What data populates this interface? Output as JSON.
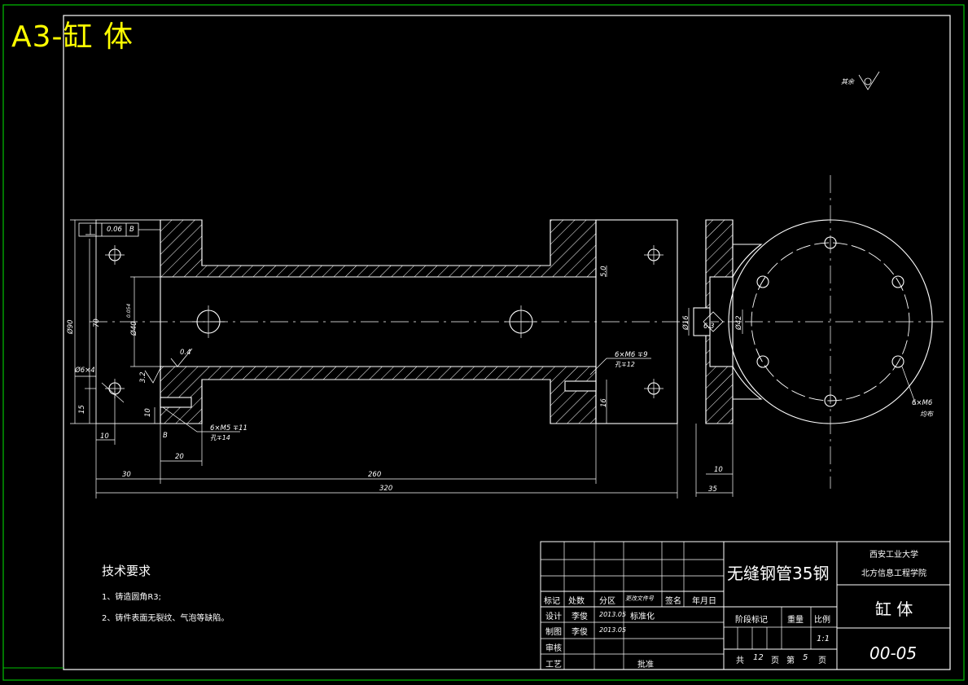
{
  "sheet": {
    "title": "A3-缸 体"
  },
  "roughness_note": {
    "label": "其余",
    "icon": "roughness-symbol"
  },
  "dimensions": {
    "overall_length": "320",
    "body_length": "260",
    "flange_offset": "30",
    "dim_20": "20",
    "dim_10_left": "10",
    "dim_15": "15",
    "dim_10_vert": "10",
    "dim_16": "16",
    "dim_5": "5.0",
    "phi90": "Ø90",
    "phi70": "70",
    "phi40": "Ø40",
    "phi40_tol": "0.054",
    "hole_6x4": "Ø6×4",
    "roughness_04": "0.4",
    "roughness_32": "3.2",
    "roughness_63": "6.3",
    "thread_m5": "6×M5 ∓11",
    "thread_m5_depth": "孔∓14",
    "thread_m6": "6×M6 ∓9",
    "thread_m6_depth": "孔∓12",
    "side_thickness": "10",
    "side_width": "35",
    "side_phi16": "Ø16",
    "side_phi42": "Ø42",
    "side_thread": "6×M6",
    "side_thread_note": "均布",
    "tolerance_value": "0.06",
    "tolerance_datum": "B",
    "datum_mark": "B"
  },
  "tech_requirements": {
    "heading": "技术要求",
    "item1": "1、铸造圆角R3;",
    "item2": "2、铸件表面无裂纹、气泡等缺陷。"
  },
  "title_block": {
    "material": "无缝钢管35钢",
    "school_line1": "西安工业大学",
    "school_line2": "北方信息工程学院",
    "part_name": "缸 体",
    "drawing_no": "00-05",
    "hdr_mark": "标记",
    "hdr_count": "处数",
    "hdr_zone": "分区",
    "hdr_docno": "更改文件号",
    "hdr_sign": "签名",
    "hdr_date": "年月日",
    "row_design": "设计",
    "designer": "李俊",
    "design_date": "2013.05",
    "standardize": "标准化",
    "row_draw": "制图",
    "drafter": "李俊",
    "draw_date": "2013.05",
    "row_review": "审核",
    "row_process": "工艺",
    "approve": "批准",
    "stage_mark": "阶段标记",
    "weight": "重量",
    "scale_label": "比例",
    "scale_value": "1:1",
    "total_label": "共",
    "total_pages": "12",
    "page_unit1": "页",
    "sheet_label": "第",
    "sheet_no": "5",
    "page_unit2": "页"
  },
  "colors": {
    "border": "#00c000",
    "line": "#ffffff",
    "title": "#ffff00"
  }
}
